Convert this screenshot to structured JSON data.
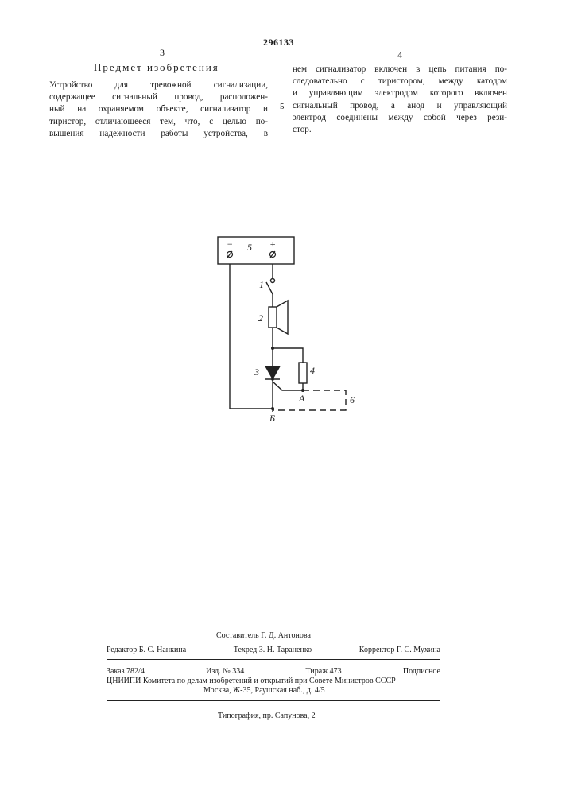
{
  "header": {
    "patent_number": "296133",
    "col_left_number": "3",
    "col_right_number": "4",
    "section_title": "Предмет изобретения"
  },
  "claim": {
    "left_lines": [
      "Устройство для тревожной сигнализации,",
      "содержащее сигнальный провод, расположен-",
      "ный на охраняемом объекте, сигнализатор и",
      "тиристор, отличающееся тем, что, с целью по-",
      "вышения надежности работы устройства, в"
    ],
    "right_lines": [
      "нем сигнализатор включен в цепь питания по-",
      "следовательно с тиристором, между катодом",
      "и управляющим электродом которого включен",
      "сигнальный провод, а анод и управляющий",
      "электрод соединены между собой через рези-",
      "стор."
    ],
    "line_number": "5"
  },
  "figure": {
    "label_1": "1",
    "label_2": "2",
    "label_3": "3",
    "label_4": "4",
    "label_5": "5",
    "label_6": "6",
    "label_A": "А",
    "label_B": "Б",
    "label_minus": "−",
    "label_plus": "+"
  },
  "footer": {
    "compiler": "Составитель Г. Д. Антонова",
    "editor": "Редактор Б. С. Нанкина",
    "techred": "Техред З. Н. Тараненко",
    "corrector": "Корректор Г. С. Мухина",
    "order": "Заказ 782/4",
    "edition": "Изд. № 334",
    "print_run": "Тираж 473",
    "subscription": "Подписное",
    "institute": "ЦНИИПИ Комитета по делам изобретений и открытий при Совете Министров СССР",
    "address": "Москва, Ж-35, Раушская наб., д. 4/5",
    "typography": "Типография, пр. Сапунова, 2"
  }
}
